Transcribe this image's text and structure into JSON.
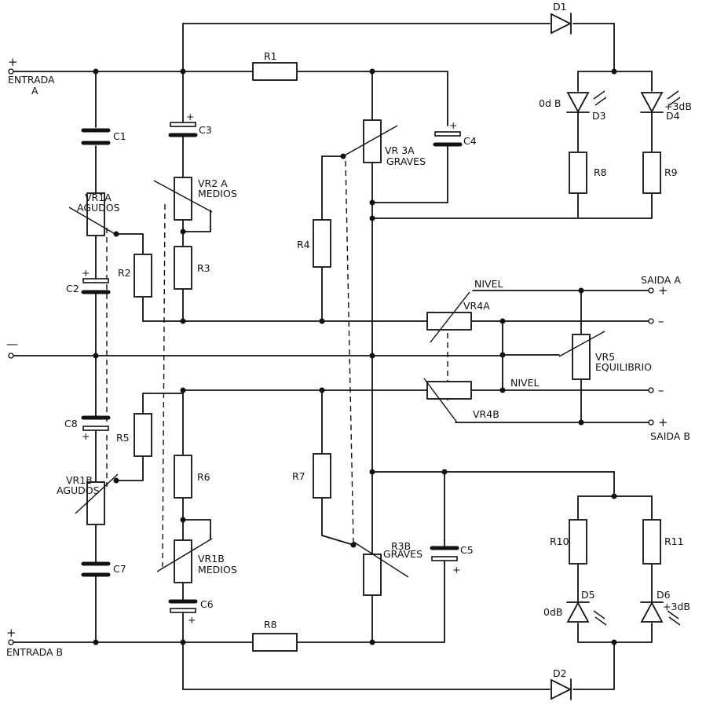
{
  "labels": {
    "entrada_a_plus": "+",
    "entrada_a": "ENTRADA",
    "entrada_a_letter": "A",
    "entrada_b_plus": "+",
    "entrada_b": "ENTRADA  B",
    "ground_mark": "—",
    "c1": "C1",
    "c2": "C2",
    "c2_plus": "+",
    "c3": "C3",
    "c3_plus": "+",
    "c4": "C4",
    "c4_plus": "+",
    "c5": "C5",
    "c5_plus": "+",
    "c6": "C6",
    "c6_plus": "+",
    "c7": "C7",
    "c8": "C8",
    "c8_plus": "+",
    "r1": "R1",
    "r2": "R2",
    "r3": "R3",
    "r4": "R4",
    "r5": "R5",
    "r6": "R6",
    "r7": "R7",
    "r8": "R8",
    "r9": "R9",
    "r10": "R10",
    "r11": "R11",
    "r8_bottom": "R8",
    "vr1a": "VR1A",
    "vr1a_sub": "AGUDOS",
    "vr1b": "VR1B",
    "vr1b_sub": "AGUDOS",
    "vr2a": "VR2 A",
    "vr2a_sub": "MEDIOS",
    "vr2b": "VR1B",
    "vr2b_sub": "MEDIOS",
    "vr3a": "VR 3A",
    "vr3a_sub": "GRAVES",
    "vr3b": "R3B",
    "vr3b_sub": "GRAVES",
    "vr4a": "VR4A",
    "vr4b": "VR4B",
    "nivel_a": "NIVEL",
    "nivel_b": "NIVEL",
    "vr5": "VR5",
    "vr5_sub": "EQUILIBRIO",
    "saida_a": "SAIDA   A",
    "saida_a_plus": "+",
    "saida_a_minus": "–",
    "saida_b": "SAIDA  B",
    "saida_b_plus": "+",
    "saida_b_minus": "–",
    "d1": "D1",
    "d2": "D2",
    "d3": "D3",
    "d3_level": "0d B",
    "d4": "D4",
    "d4_level": "+3dB",
    "d5": "D5",
    "d5_level": "0dB",
    "d6": "D6",
    "d6_level": "+3dB"
  }
}
